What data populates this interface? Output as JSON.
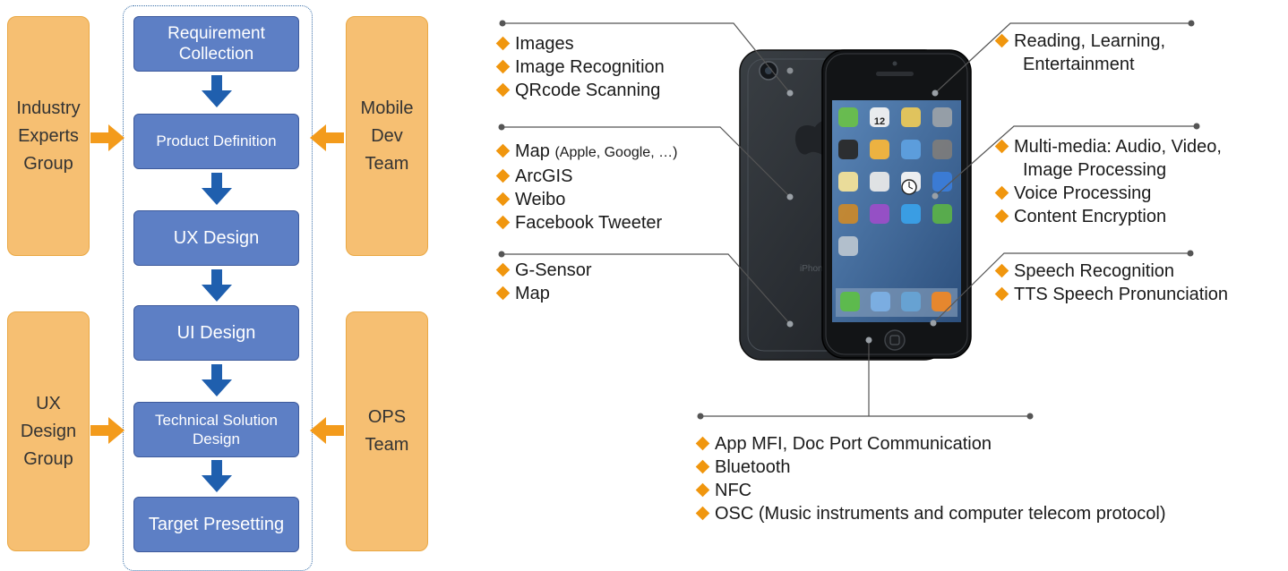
{
  "flowchart": {
    "left_groups": [
      {
        "label": "Industry\nExperts\nGroup"
      },
      {
        "label": "UX\nDesign\nGroup"
      }
    ],
    "right_groups": [
      {
        "label": "Mobile\nDev\nTeam"
      },
      {
        "label": "OPS\nTeam"
      }
    ],
    "steps": [
      {
        "label": "Requirement\nCollection"
      },
      {
        "label": "Product Definition"
      },
      {
        "label": "UX Design"
      },
      {
        "label": "UI Design"
      },
      {
        "label": "Technical Solution\nDesign"
      },
      {
        "label": "Target Presetting"
      }
    ]
  },
  "features": {
    "camera": [
      "Images",
      "Image Recognition",
      "QRcode Scanning"
    ],
    "location": {
      "map_label": "Map",
      "map_note": "(Apple, Google, …)",
      "items": [
        "ArcGIS",
        "Weibo",
        "Facebook Tweeter"
      ]
    },
    "sensors": [
      "G-Sensor",
      "Map"
    ],
    "content": {
      "first": "Reading, Learning,",
      "continued": "Entertainment"
    },
    "media": {
      "first": "Multi-media: Audio, Video,",
      "continued": "Image Processing",
      "items": [
        "Voice Processing",
        "Content Encryption"
      ]
    },
    "speech": [
      "Speech Recognition",
      "TTS Speech Pronunciation"
    ],
    "connectivity": [
      "App MFI, Doc Port Communication",
      "Bluetooth",
      "NFC",
      "OSC (Music instruments and computer telecom protocol)"
    ]
  },
  "device": {
    "back_brand": "iPhone",
    "calendar_day": "12"
  },
  "colors": {
    "step_fill": "#5d7fc5",
    "group_fill": "#f6bf72",
    "arrow_blue": "#1f5fae",
    "arrow_orange": "#f39b1c",
    "bullet": "#f0960e"
  }
}
